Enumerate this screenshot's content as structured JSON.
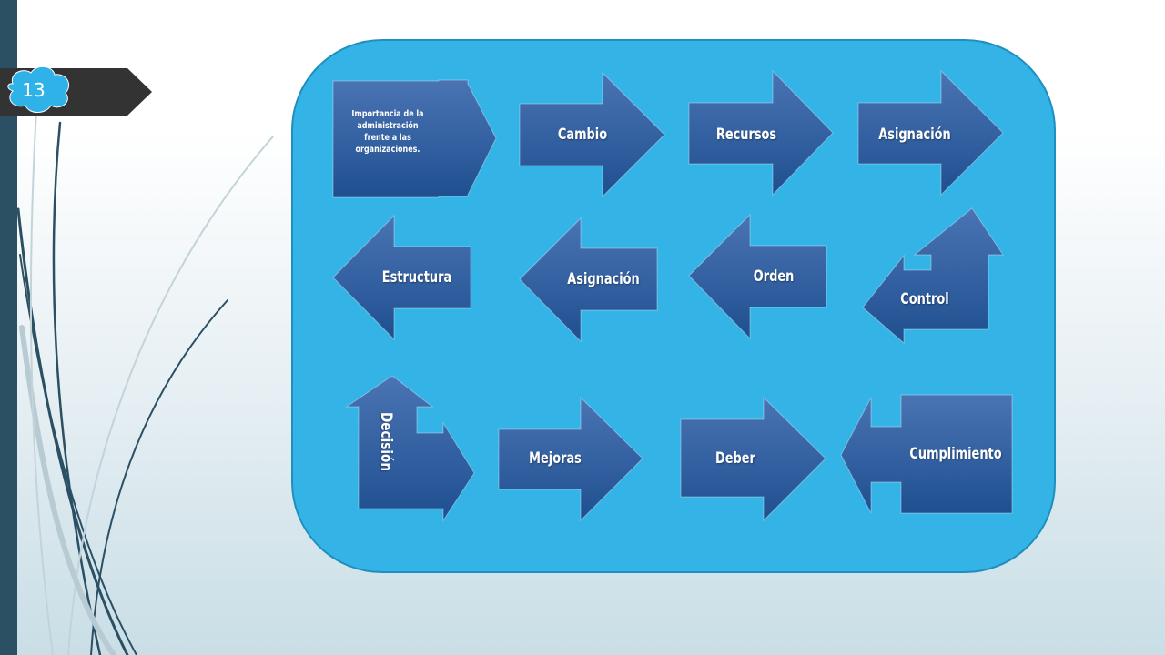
{
  "slide": {
    "number": "13"
  },
  "colors": {
    "panel": "#33b3e6",
    "arrow_light": "#4a74b4",
    "arrow_dark": "#1f4f8f",
    "sidebar": "#2b5064",
    "tab": "#333333",
    "cloud": "#2fb2e8"
  },
  "diagram": {
    "nodes": [
      {
        "id": "importancia",
        "label": "Importancia de la administración frente a las organizaciones.",
        "shape": "right-arrow"
      },
      {
        "id": "cambio",
        "label": "Cambio",
        "shape": "right-arrow"
      },
      {
        "id": "recursos",
        "label": "Recursos",
        "shape": "right-arrow"
      },
      {
        "id": "asignacion-1",
        "label": "Asignación",
        "shape": "right-arrow"
      },
      {
        "id": "control",
        "label": "Control",
        "shape": "bent-up-arrow"
      },
      {
        "id": "orden",
        "label": "Orden",
        "shape": "left-arrow"
      },
      {
        "id": "asignacion-2",
        "label": "Asignación",
        "shape": "left-arrow"
      },
      {
        "id": "estructura",
        "label": "Estructura",
        "shape": "left-arrow"
      },
      {
        "id": "decision",
        "label": "Decisión",
        "shape": "bent-right-arrow"
      },
      {
        "id": "mejoras",
        "label": "Mejoras",
        "shape": "right-arrow"
      },
      {
        "id": "deber",
        "label": "Deber",
        "shape": "right-arrow"
      },
      {
        "id": "cumplimiento",
        "label": "Cumplimiento",
        "shape": "left-arrow"
      }
    ]
  }
}
